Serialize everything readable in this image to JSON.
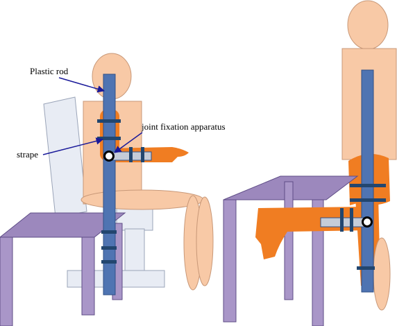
{
  "labels": {
    "plastic_rod": "Plastic rod",
    "joint_fixation": "joint fixation apparatus",
    "strape": "strape"
  },
  "colors": {
    "skin": "#F8C9A6",
    "skin_stroke": "#C89878",
    "limb": "#F07D22",
    "rod": "#4F74B2",
    "rod_stroke": "#2F4F86",
    "strap": "#22466F",
    "table_top": "#9C88BD",
    "table_leg": "#A996C8",
    "table_stroke": "#5E4C86",
    "chair": "#E8ECF4",
    "chair_stroke": "#9AA4B8",
    "arrow": "#1A1A9A"
  }
}
